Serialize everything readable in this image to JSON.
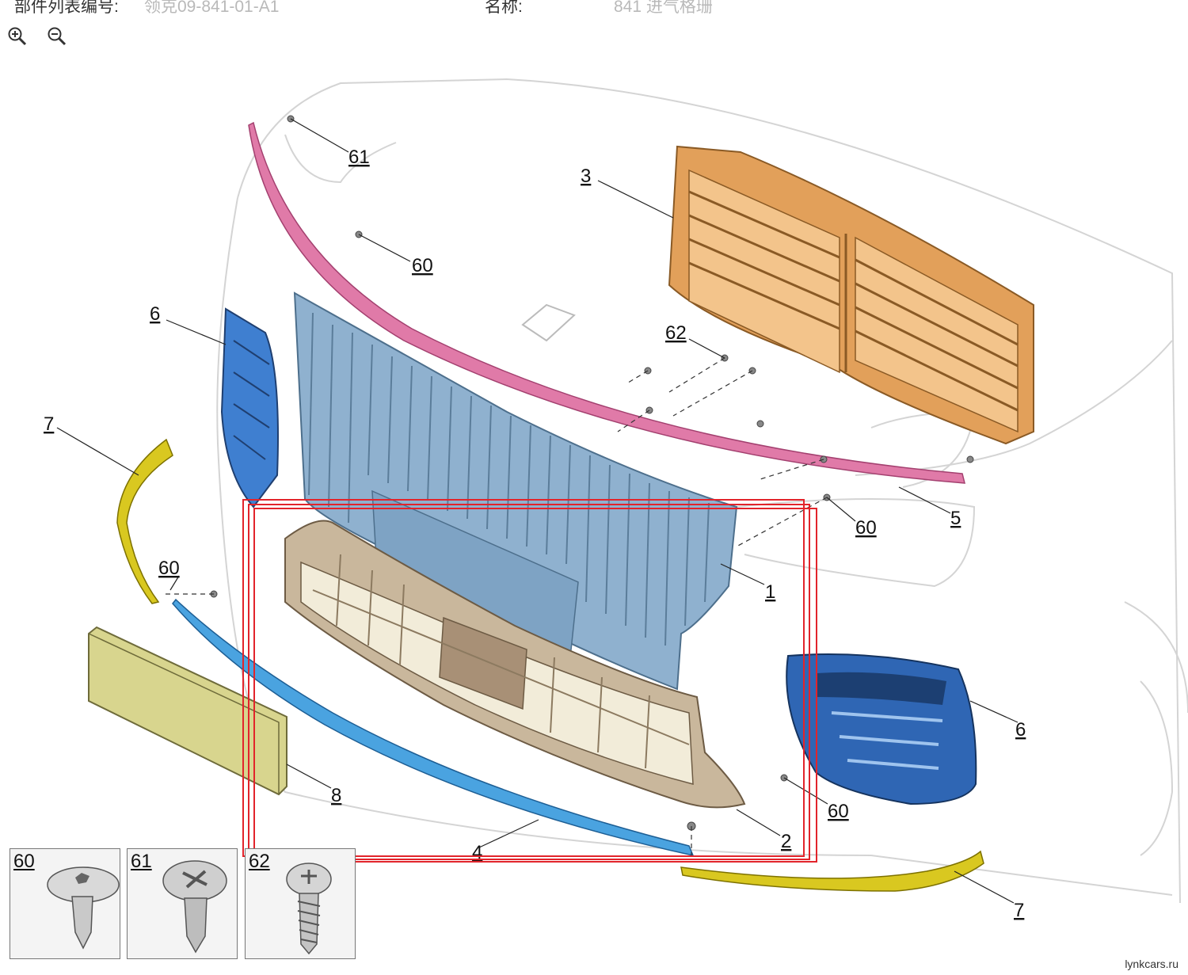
{
  "header": {
    "list_no_label": "部件列表编号:",
    "list_no_value": "领克09-841-01-A1",
    "name_label": "名称:",
    "name_value": "841 进气格珊"
  },
  "toolbar": {
    "zoom_in_icon": "zoom-in-icon",
    "zoom_out_icon": "zoom-out-icon"
  },
  "callouts": {
    "c61_top": "61",
    "c3": "3",
    "c60_top": "60",
    "c6_left": "6",
    "c62": "62",
    "c7_left": "7",
    "c60_mid": "60",
    "c60_right": "60",
    "c5": "5",
    "c1": "1",
    "c6_right": "6",
    "c8": "8",
    "c60_low": "60",
    "c2": "2",
    "c4": "4",
    "c7_right": "7"
  },
  "fasteners": [
    {
      "number": "60"
    },
    {
      "number": "61"
    },
    {
      "number": "62"
    }
  ],
  "colors": {
    "grille": "#8fb1cf",
    "shutter": "#e2a05a",
    "trim_pink": "#e07aa8",
    "trim_blue": "#4aa3e0",
    "trim_yellow": "#d9c820",
    "plate": "#d8d58e",
    "lower_grille": "#c9b79c",
    "selection": "#e2242b"
  },
  "watermark": "lynkcars.ru"
}
